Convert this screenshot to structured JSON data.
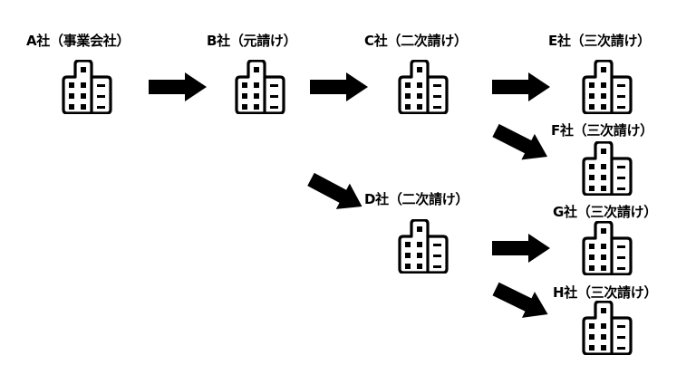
{
  "diagram": {
    "title": "",
    "colors": {
      "ink": "#000000",
      "background": "#ffffff"
    },
    "nodes": [
      {
        "id": "A",
        "label": "A社（事業会社）",
        "role": "事業会社",
        "icon": "office-building-icon"
      },
      {
        "id": "B",
        "label": "B社（元請け）",
        "role": "元請け",
        "icon": "office-building-icon"
      },
      {
        "id": "C",
        "label": "C社（二次請け）",
        "role": "二次請け",
        "icon": "office-building-icon"
      },
      {
        "id": "D",
        "label": "D社（二次請け）",
        "role": "二次請け",
        "icon": "office-building-icon"
      },
      {
        "id": "E",
        "label": "E社（三次請け）",
        "role": "三次請け",
        "icon": "office-building-icon"
      },
      {
        "id": "F",
        "label": "F社（三次請け）",
        "role": "三次請け",
        "icon": "office-building-icon"
      },
      {
        "id": "G",
        "label": "G社（三次請け）",
        "role": "三次請け",
        "icon": "office-building-icon"
      },
      {
        "id": "H",
        "label": "H社（三次請け）",
        "role": "三次請け",
        "icon": "office-building-icon"
      }
    ],
    "edges": [
      {
        "from": "A",
        "to": "B"
      },
      {
        "from": "B",
        "to": "C"
      },
      {
        "from": "B",
        "to": "D"
      },
      {
        "from": "C",
        "to": "E"
      },
      {
        "from": "C",
        "to": "F"
      },
      {
        "from": "D",
        "to": "G"
      },
      {
        "from": "D",
        "to": "H"
      }
    ]
  }
}
